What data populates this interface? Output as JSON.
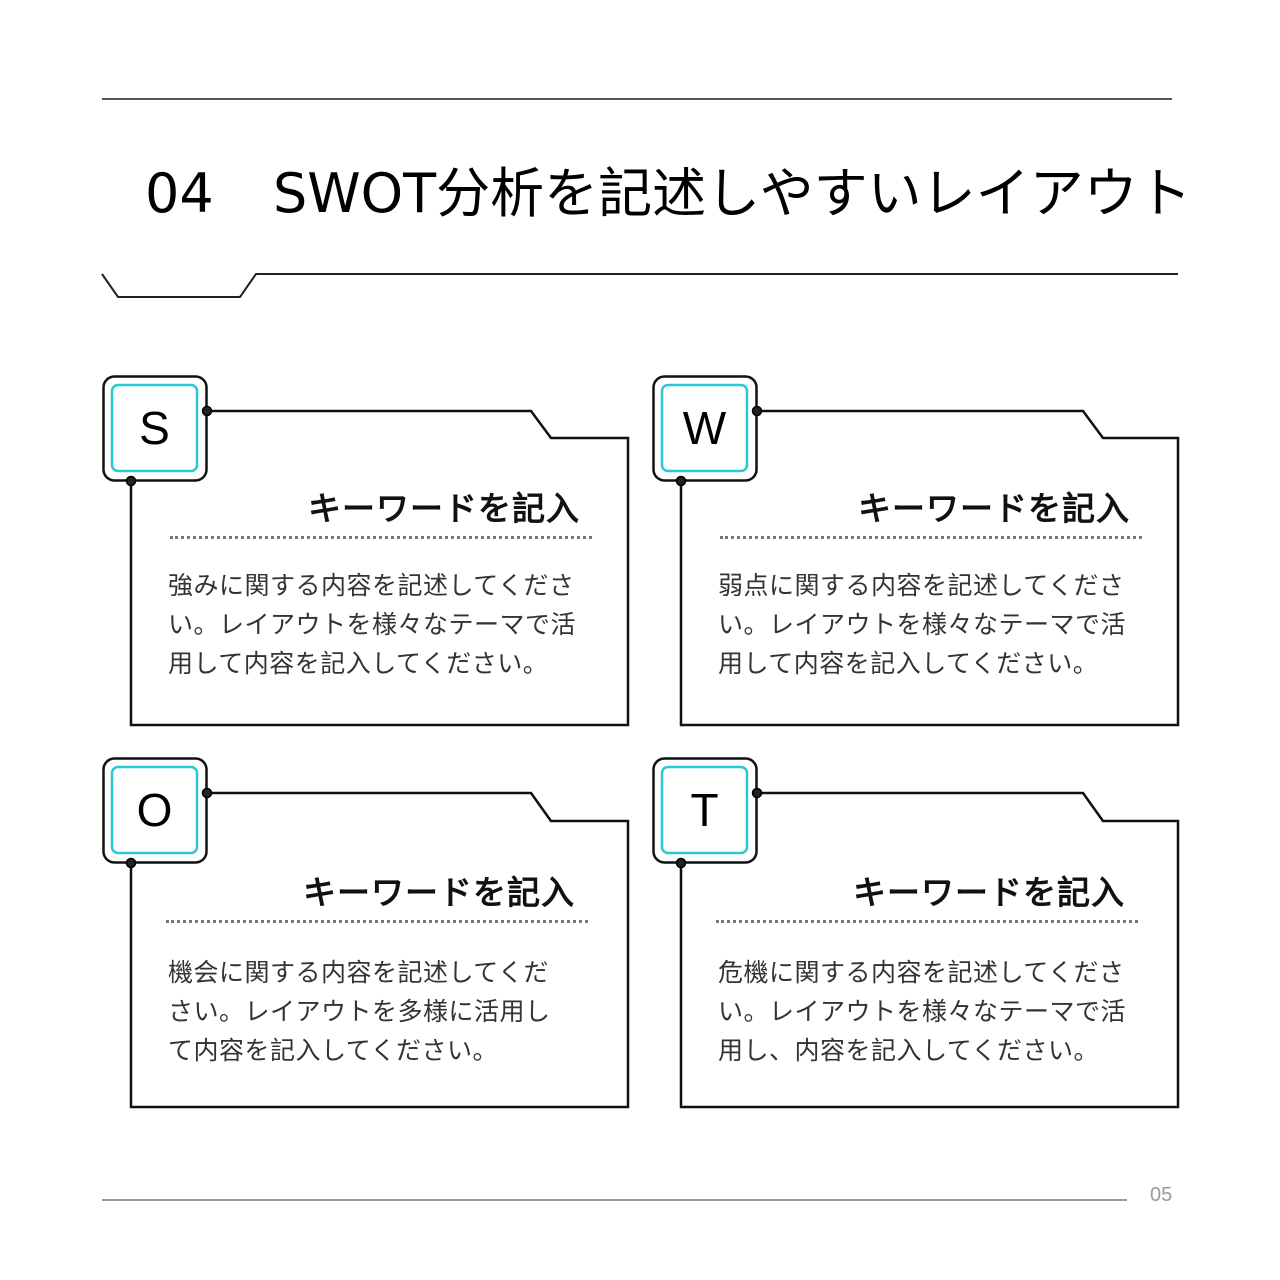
{
  "header": {
    "section_number": "04",
    "title": "SWOT分析を記述しやすいレイアウト"
  },
  "colors": {
    "accent_cyan": "#2ac8d3",
    "stroke": "#111111",
    "body_text": "#333333",
    "rule_gray": "#999999"
  },
  "cards": [
    {
      "letter": "S",
      "keyword": "キーワードを記入",
      "lines": [
        "強みに関する内容を記述してくださ",
        "い。レイアウトを様々なテーマで活",
        "用して内容を記入してください。"
      ]
    },
    {
      "letter": "W",
      "keyword": "キーワードを記入",
      "lines": [
        "弱点に関する内容を記述してくださ",
        "い。レイアウトを様々なテーマで活",
        "用して内容を記入してください。"
      ]
    },
    {
      "letter": "O",
      "keyword": "キーワードを記入",
      "lines": [
        "機会に関する内容を記述してくだ",
        "さい。レイアウトを多様に活用し",
        "て内容を記入してください。"
      ]
    },
    {
      "letter": "T",
      "keyword": "キーワードを記入",
      "lines": [
        "危機に関する内容を記述してくださ",
        "い。レイアウトを様々なテーマで活",
        "用し、内容を記入してください。"
      ]
    }
  ],
  "footer": {
    "page_number": "05"
  }
}
